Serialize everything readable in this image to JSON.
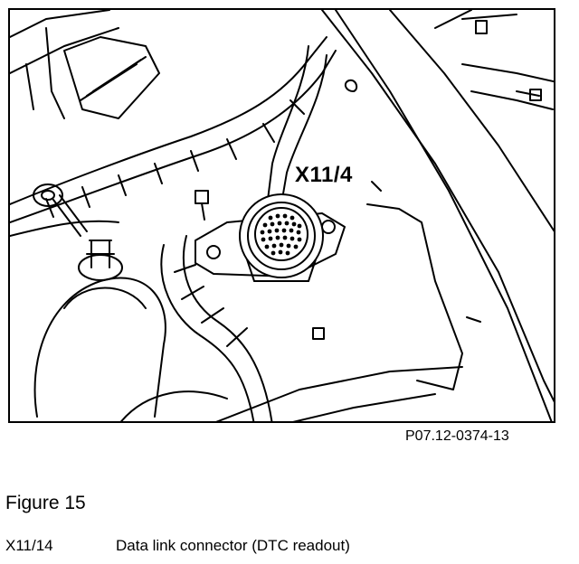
{
  "figure": {
    "callout_label": "X11/4",
    "reference_code": "P07.12-0374-13",
    "title": "Figure 15",
    "legend": [
      {
        "code": "X11/14",
        "description": "Data link connector (DTC readout)"
      }
    ]
  },
  "colors": {
    "ink": "#000000",
    "paper": "#ffffff"
  }
}
